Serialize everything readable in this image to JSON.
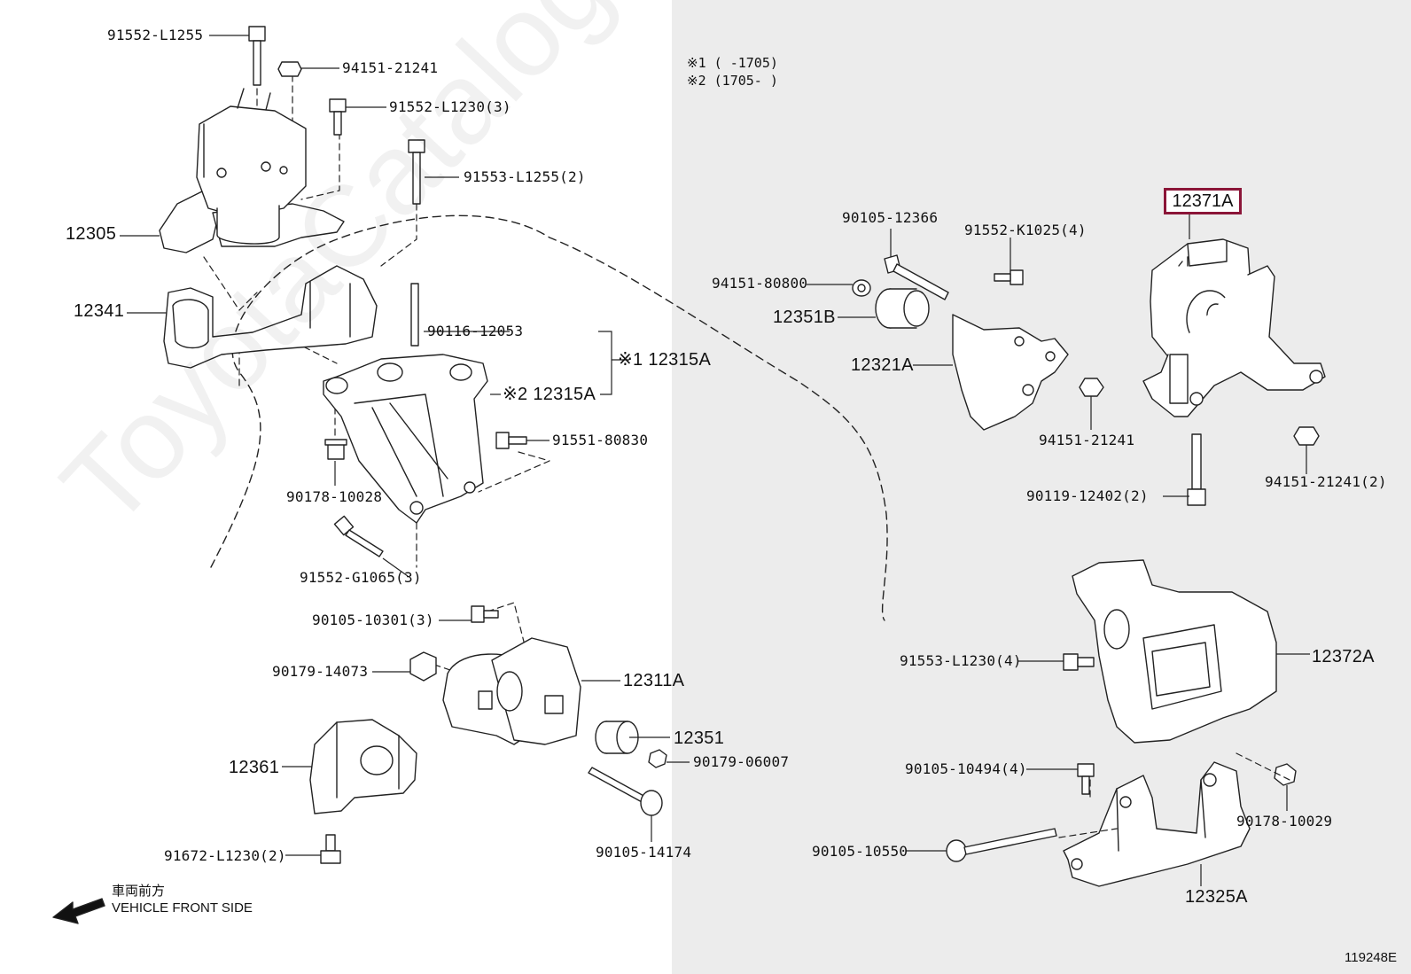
{
  "watermark": "ToyotaCatalogue.ru",
  "notes": [
    "※1 (      -1705)",
    "※2 (1705-      )"
  ],
  "highlight_part": "12371A",
  "figure_id": "119248E",
  "front_side": {
    "japanese": "車両前方",
    "english": "VEHICLE FRONT SIDE"
  },
  "parts": [
    "91552-L1255",
    "94151-21241",
    "91552-L1230(3)",
    "91553-L1255(2)",
    "12305",
    "12341",
    "90116-12053",
    "※1 12315A",
    "※2 12315A",
    "91551-80830",
    "90178-10028",
    "91552-G1065(3)",
    "90105-10301(3)",
    "90179-14073",
    "12311A",
    "12351",
    "90179-06007",
    "12361",
    "90105-14174",
    "91672-L1230(2)",
    "90105-12366",
    "91552-K1025(4)",
    "94151-80800",
    "12351B",
    "12321A",
    "94151-21241",
    "90119-12402(2)",
    "94151-21241(2)",
    "91553-L1230(4)",
    "12372A",
    "90105-10494(4)",
    "90178-10029",
    "90105-10550",
    "12325A"
  ]
}
